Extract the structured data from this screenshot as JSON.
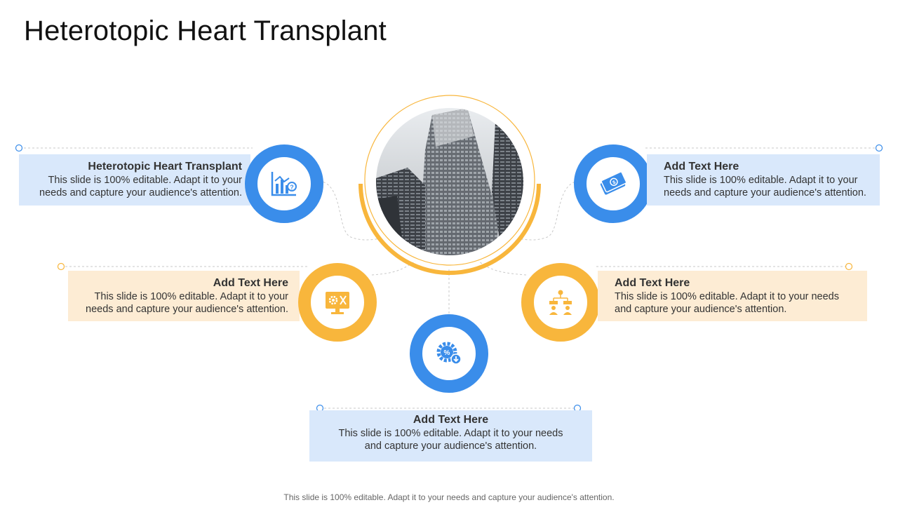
{
  "title": "Heterotopic Heart Transplant",
  "footer": "This slide is 100% editable. Adapt it to your needs and capture your audience's attention.",
  "items": [
    {
      "heading": "Heterotopic Heart Transplant",
      "text": "This slide is 100% editable. Adapt it to your needs and capture your audience's attention.",
      "icon": "chart-question-icon",
      "color": "#3a8dea"
    },
    {
      "heading": "Add Text Here",
      "text": "This slide is 100% editable. Adapt it to your needs and capture your audience's attention.",
      "icon": "money-icon",
      "color": "#3a8dea"
    },
    {
      "heading": "Add Text Here",
      "text": "This slide is 100% editable. Adapt it to your needs and capture your audience's attention.",
      "icon": "monitor-settings-icon",
      "color": "#f8b63c"
    },
    {
      "heading": "Add Text Here",
      "text": "This slide is 100% editable. Adapt it to your needs and capture your audience's attention.",
      "icon": "team-hierarchy-icon",
      "color": "#f8b63c"
    },
    {
      "heading": "Add Text Here",
      "text": "This slide is 100% editable. Adapt it to your needs and capture your audience's attention.",
      "icon": "gear-percent-icon",
      "color": "#3a8dea"
    }
  ],
  "center_image": "skyscraper-photo"
}
